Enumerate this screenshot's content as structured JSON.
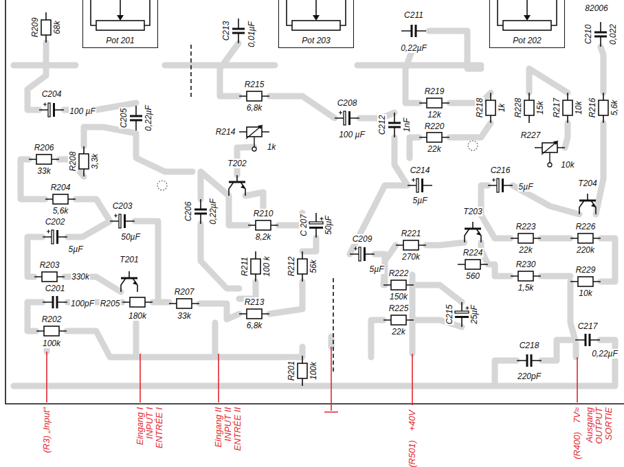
{
  "diagram": {
    "nodes": [
      {
        "text": [
          "Pot 201"
        ]
      },
      {
        "text": [
          "Pot 203"
        ]
      },
      {
        "text": [
          "Pot 202"
        ]
      }
    ],
    "labels": [
      "R209",
      "68k",
      "C213",
      "0,01µF",
      "C211",
      "0,22µF",
      "82006",
      "C210",
      "0,022",
      "C204",
      "100 µF",
      "C205",
      "0,22µF",
      "R215",
      "6,8k",
      "R214",
      "1k",
      "C208",
      "100 µF",
      "C212",
      "1nF",
      "R219",
      "12k",
      "R220",
      "22k",
      "R218",
      "1k",
      "R228",
      "15k",
      "R217",
      "10k",
      "R216",
      "5,6k",
      "R227",
      "10k",
      "R206",
      "33k",
      "R208",
      "3,3k",
      "R204",
      "5,6k",
      "C202",
      "5µF",
      "C203",
      "50µF",
      "T201",
      "R203",
      "330k",
      "C201",
      "100pF",
      "R205",
      "180k",
      "R202",
      "100k",
      "C206",
      "0,22µF",
      "R207",
      "33k",
      "T202",
      "R210",
      "8,2k",
      "C 207",
      "50µF",
      "R211",
      "100 k",
      "R212",
      "56k",
      "R213",
      "6,8k",
      "C209",
      "5µF",
      "R201",
      "100k",
      "C214",
      "5µF",
      "C216",
      "5µF",
      "T203",
      "T204",
      "R221",
      "270k",
      "R222",
      "150k",
      "R225",
      "22k",
      "R224",
      "560",
      "C215",
      "25µF",
      "R223",
      "22k",
      "R230",
      "1,5k",
      "R226",
      "220k",
      "R229",
      "10k",
      "C217",
      "0,22µF",
      "C218",
      "220pF",
      "(R3) „Input“",
      "Eingang I",
      "INPUT I",
      "ENTRÉE I",
      "Eingang II",
      "INPUT II",
      "ENTRÉE II",
      "+40V",
      "(R501)",
      "7V≈",
      "(R400)",
      "Ausgang",
      "OUTPUT",
      "SORTIE"
    ]
  }
}
